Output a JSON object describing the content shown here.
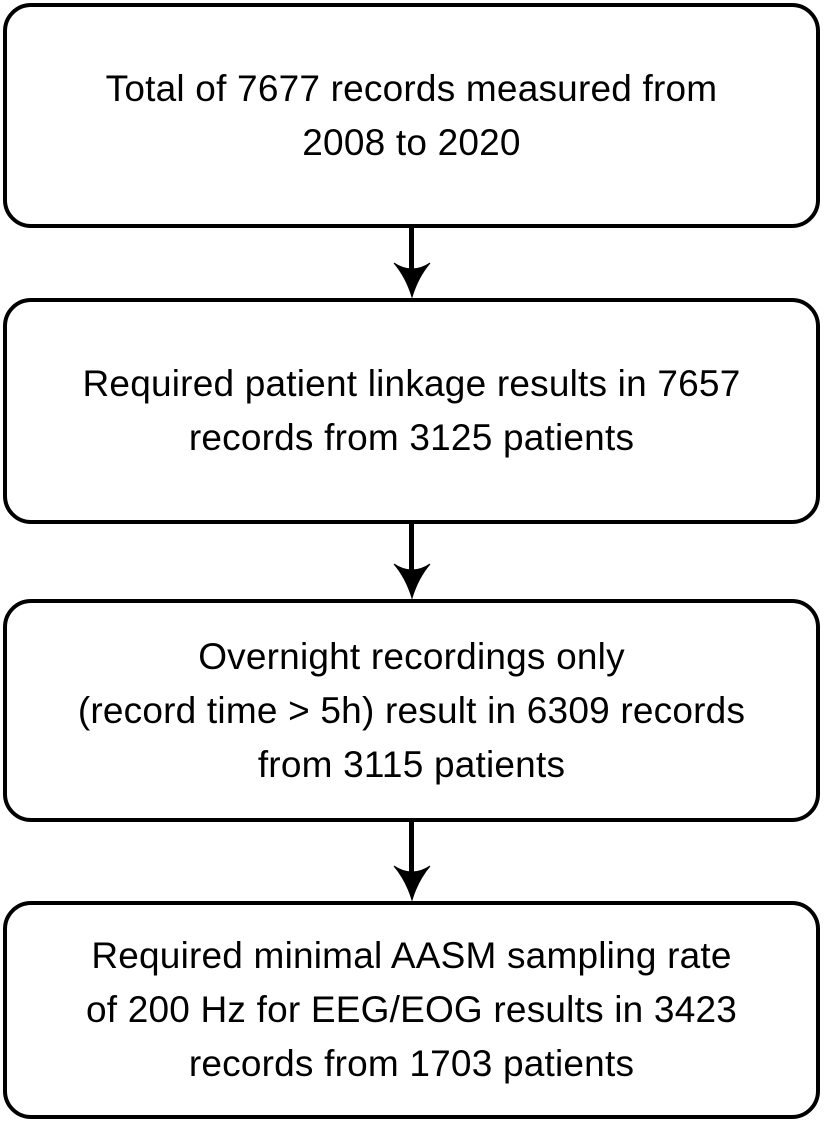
{
  "diagram": {
    "type": "flowchart",
    "direction": "top-down",
    "colors": {
      "background": "#ffffff",
      "node_fill": "#ffffff",
      "node_border": "#000000",
      "text": "#000000",
      "arrow": "#000000"
    },
    "nodes": [
      {
        "id": "node-1",
        "text": "Total of 7677 records measured from\n2008 to 2020"
      },
      {
        "id": "node-2",
        "text": "Required patient linkage results in 7657\nrecords from 3125 patients"
      },
      {
        "id": "node-3",
        "text": "Overnight recordings only\n(record time > 5h) result in 6309 records\nfrom 3115 patients"
      },
      {
        "id": "node-4",
        "text": "Required minimal AASM sampling rate\nof 200 Hz for EEG/EOG results in 3423\nrecords from 1703 patients"
      }
    ],
    "connectors": [
      {
        "from": "node-1",
        "to": "node-2",
        "style": "arrow-down"
      },
      {
        "from": "node-2",
        "to": "node-3",
        "style": "arrow-down"
      },
      {
        "from": "node-3",
        "to": "node-4",
        "style": "arrow-down"
      }
    ]
  }
}
